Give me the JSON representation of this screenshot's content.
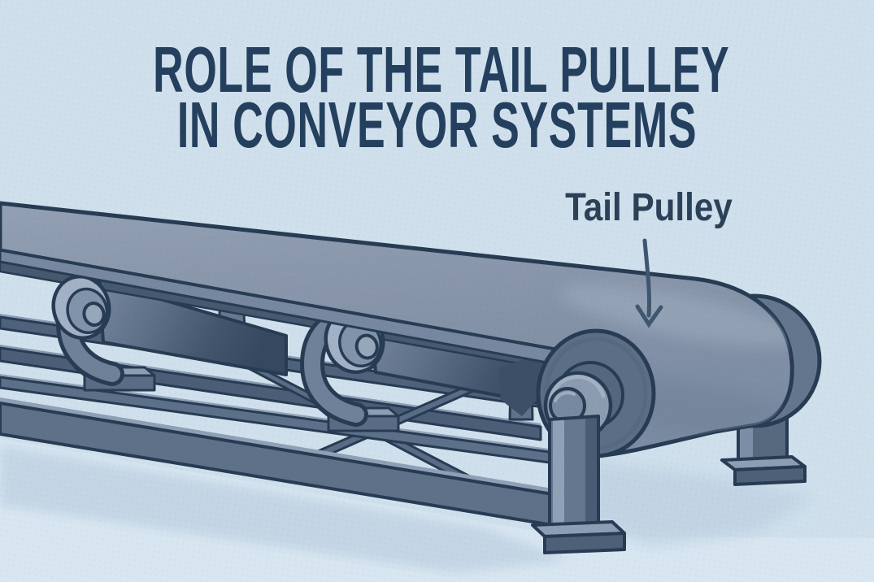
{
  "title": {
    "line1": "ROLE OF THE TAIL PULLEY",
    "line2": "IN CONVEYOR SYSTEMS"
  },
  "callout": {
    "label": "Tail Pulley",
    "arrow_direction": "down"
  },
  "scene": {
    "subject": "belt conveyor with tail pulley, return rollers, support frame and legs"
  },
  "colors": {
    "background": "#CFE0EC",
    "background_light": "#D8E6F1",
    "floor_shadow": "#C1D3E3",
    "outline": "#273C53",
    "title_ink": "#24405E",
    "label_ink": "#2B4158",
    "arrow": "#3F566F",
    "belt_top": "#8794A9",
    "belt_edge": "#76879F",
    "return_strand_dark": "#47596F",
    "metal_light": "#8D9EB4",
    "metal_mid": "#5F7189",
    "metal_shade": "#55677F",
    "metal_dark": "#3D4F66",
    "drum_face": "#5C6E86",
    "hub_face": "#8B9BB0"
  }
}
